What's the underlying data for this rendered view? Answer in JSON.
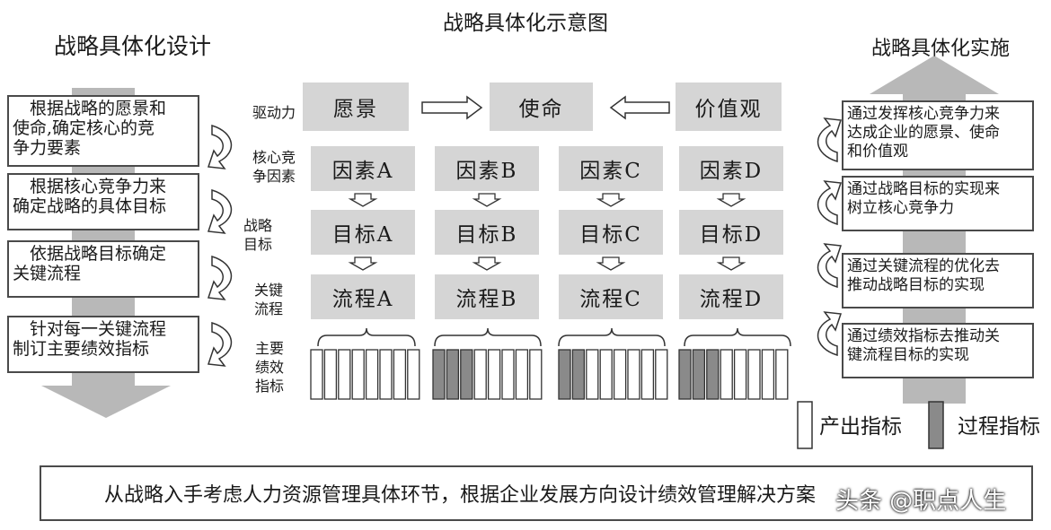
{
  "title": "战略具体化示意图",
  "left_heading": "战略具体化设计",
  "right_heading": "战略具体化实施",
  "left_steps": [
    {
      "line1": "　根据战略的愿景和",
      "line2": "使命,确定核心的竞",
      "line3": "争力要素"
    },
    {
      "line1": "　根据核心竞争力来",
      "line2": "确定战略的具体目标",
      "line3": ""
    },
    {
      "line1": "　依据战略目标确定",
      "line2": "关键流程",
      "line3": ""
    },
    {
      "line1": "　针对每一关键流程",
      "line2": "制订主要绩效指标",
      "line3": ""
    }
  ],
  "right_steps": [
    {
      "line1": "通过发挥核心竞争力来",
      "line2": "达成企业的愿景、使命",
      "line3": "和价值观"
    },
    {
      "line1": "通过战略目标的实现来",
      "line2": "树立核心竞争力",
      "line3": ""
    },
    {
      "line1": "通过关键流程的优化去",
      "line2": "推动战略目标的实现",
      "line3": ""
    },
    {
      "line1": "通过绩效指标去推动关",
      "line2": "键流程目标的实现",
      "line3": ""
    }
  ],
  "row_labels": {
    "driver": "驱动力",
    "core_1": "核心竞",
    "core_2": "争因素",
    "goal_1": "战略",
    "goal_2": "目标",
    "process_1": "关键",
    "process_2": "流程",
    "kpi_1": "主要",
    "kpi_2": "绩效",
    "kpi_3": "指标"
  },
  "drivers": {
    "vision": "愿景",
    "mission": "使命",
    "values": "价值观"
  },
  "factors": [
    "因素A",
    "因素B",
    "因素C",
    "因素D"
  ],
  "goals": [
    "目标A",
    "目标B",
    "目标C",
    "目标D"
  ],
  "processes": [
    "流程A",
    "流程B",
    "流程C",
    "流程D"
  ],
  "legend": {
    "output": "产出指标",
    "process": "过程指标"
  },
  "bottom_text": "从战略入手考虑人力资源管理具体环节，根据企业发展方向设计绩效管理解决方案",
  "watermark": "头条 @职点人生",
  "colors": {
    "gray_box": "#d5d5d5",
    "dark_bar": "#8a8a8a",
    "arrow_gray": "#b0b0b0"
  }
}
